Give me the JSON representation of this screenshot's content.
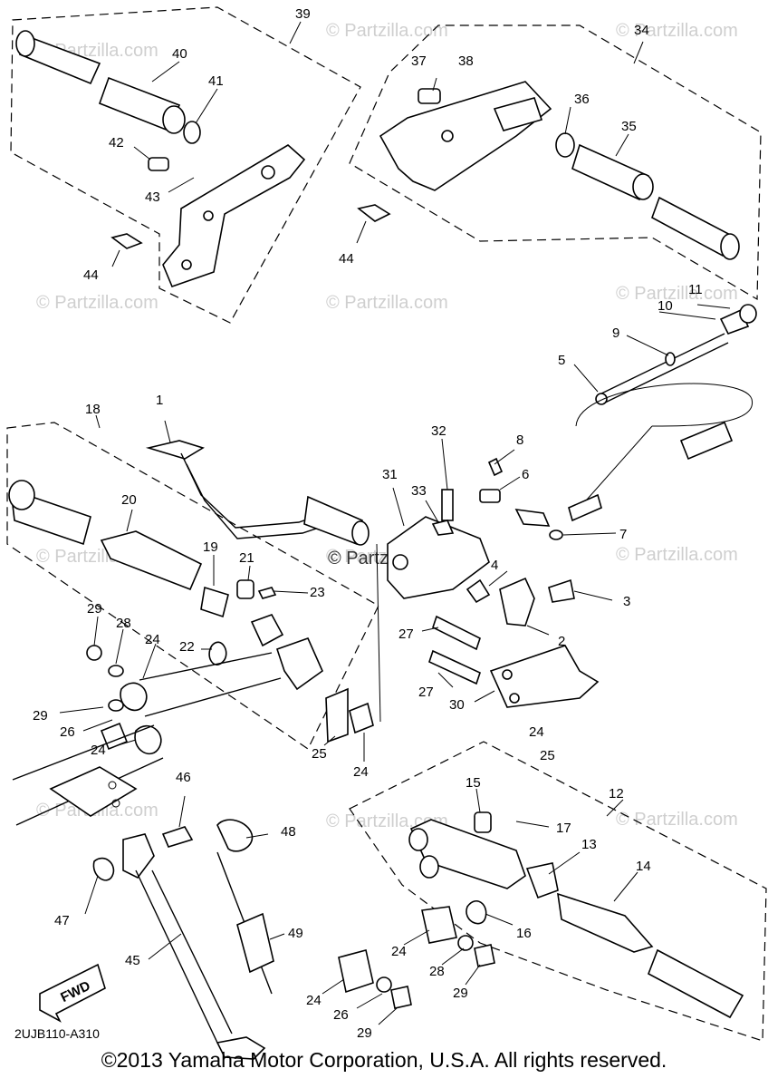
{
  "watermarks": [
    "© Partzilla.com",
    "© Partzilla.com",
    "© Partzilla.com",
    "© Partzilla.com",
    "© Partzilla.com",
    "© Partzilla.com",
    "© Partzilla.com",
    "© Partzilla.com",
    "© Partzilla.com",
    "© Partzilla.com",
    "© Partzilla.com",
    "© Partzilla.com"
  ],
  "center_watermark": "© Partzilla.com",
  "callouts": [
    "39",
    "40",
    "41",
    "42",
    "43",
    "44",
    "37",
    "38",
    "34",
    "36",
    "35",
    "44",
    "11",
    "10",
    "9",
    "5",
    "1",
    "18",
    "32",
    "8",
    "6",
    "31",
    "33",
    "20",
    "19",
    "21",
    "23",
    "4",
    "3",
    "7",
    "2",
    "29",
    "28",
    "24",
    "22",
    "27",
    "27",
    "29",
    "26",
    "30",
    "24",
    "25",
    "24",
    "25",
    "24",
    "15",
    "12",
    "17",
    "46",
    "48",
    "13",
    "14",
    "16",
    "47",
    "49",
    "24",
    "28",
    "29",
    "45",
    "24",
    "26",
    "29"
  ],
  "fwd_label": "FWD",
  "diagram_code": "2UJB110-A310",
  "copyright": "©2013 Yamaha Motor Corporation, U.S.A. All rights reserved."
}
